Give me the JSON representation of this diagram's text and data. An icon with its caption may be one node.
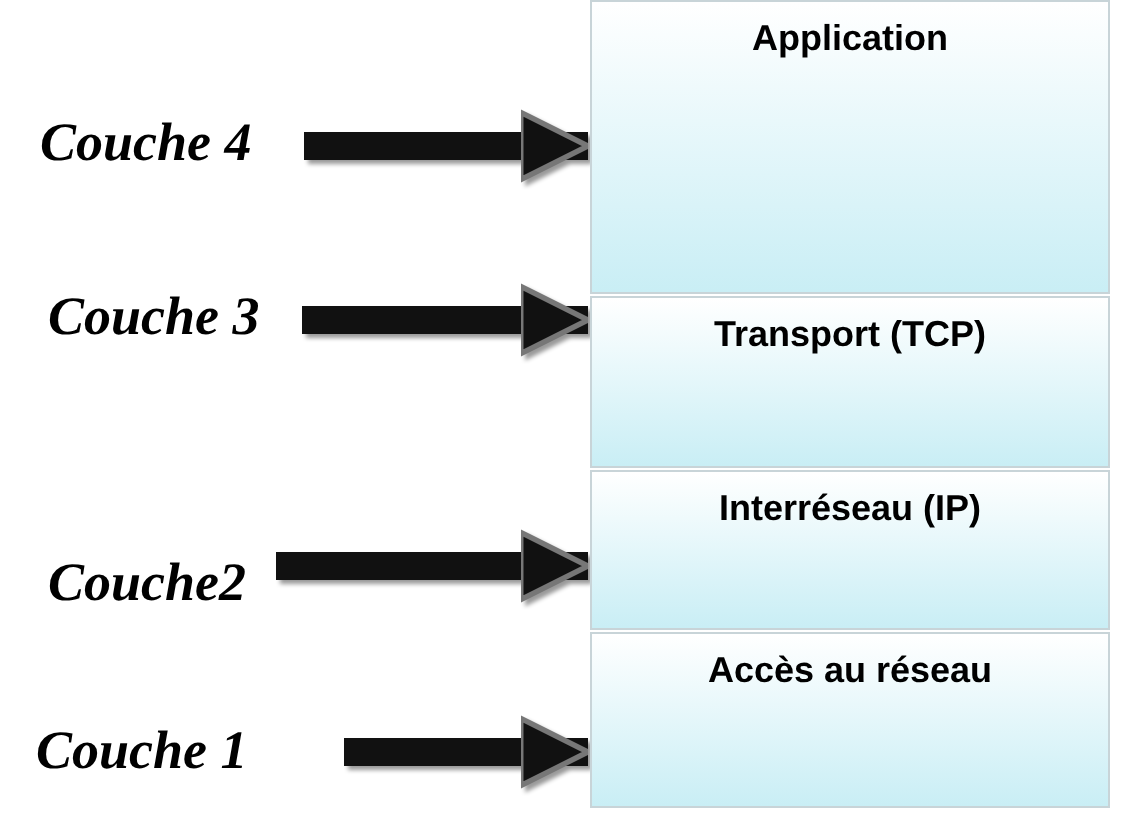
{
  "diagram": {
    "nodes": [
      {
        "text": [
          "Application"
        ]
      },
      {
        "text": [
          "Transport (TCP)"
        ]
      },
      {
        "text": [
          "Interréseau (IP)"
        ]
      },
      {
        "text": [
          "Accès au réseau"
        ]
      },
      {
        "text": [
          "Couche 4"
        ]
      },
      {
        "text": [
          "Couche 3"
        ]
      },
      {
        "text": [
          "Couche2"
        ]
      },
      {
        "text": [
          "Couche 1"
        ]
      }
    ],
    "edges": [
      {
        "from": 4,
        "to": 0,
        "arrow": "to"
      },
      {
        "from": 5,
        "to": 1,
        "arrow": "to"
      },
      {
        "from": 6,
        "to": 2,
        "arrow": "to"
      },
      {
        "from": 7,
        "to": 3,
        "arrow": "to"
      }
    ]
  }
}
